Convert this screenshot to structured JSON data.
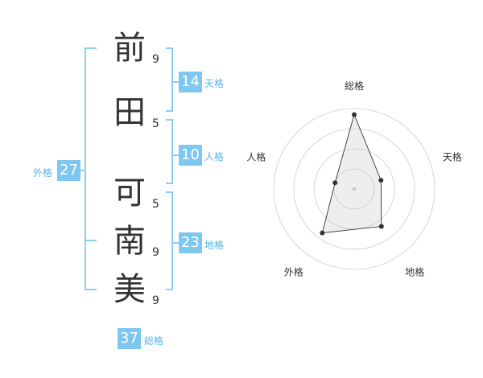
{
  "name": {
    "chars": [
      "前",
      "田",
      "可",
      "南",
      "美"
    ],
    "strokes": [
      "9",
      "5",
      "5",
      "9",
      "9"
    ]
  },
  "fortunes": {
    "tenkaku": {
      "value": "14",
      "label": "天格"
    },
    "jinkaku": {
      "value": "10",
      "label": "人格"
    },
    "chikaku": {
      "value": "23",
      "label": "地格"
    },
    "gaikaku": {
      "value": "27",
      "label": "外格"
    },
    "soukaku": {
      "value": "37",
      "label": "総格"
    }
  },
  "colors": {
    "accent": "#7ec7f0",
    "bracket": "#8ccdf2",
    "accent_text": "#5ab2e6"
  },
  "chart_data": {
    "type": "radar",
    "axes": [
      "総格",
      "天格",
      "地格",
      "外格",
      "人格"
    ],
    "values": [
      37,
      14,
      23,
      27,
      10
    ],
    "rings": 4
  }
}
